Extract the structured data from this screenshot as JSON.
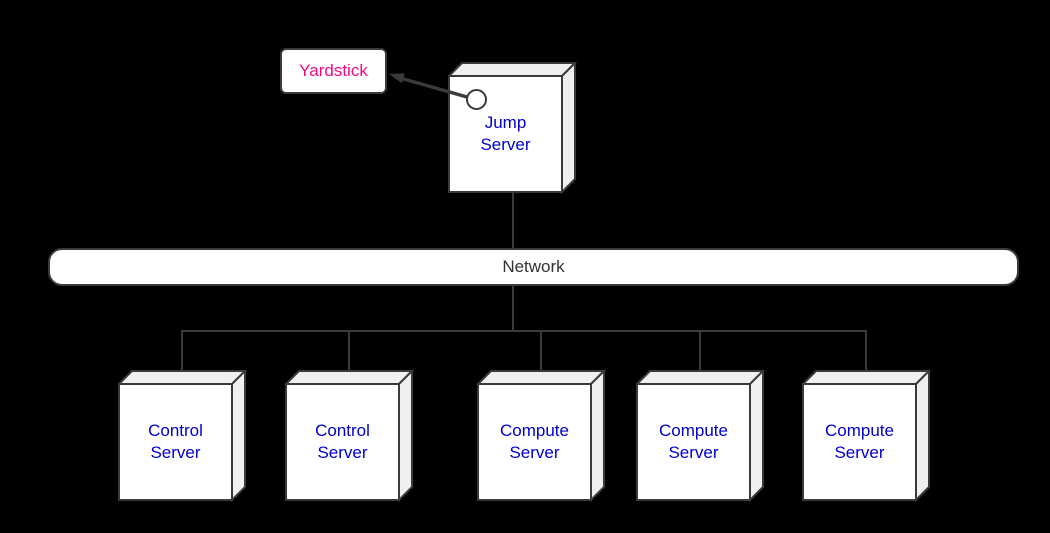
{
  "diagram": {
    "background_color": "#000000",
    "yardstick": {
      "label": "Yardstick"
    },
    "jump_server": {
      "line1": "Jump",
      "line2": "Server"
    },
    "network": {
      "label": "Network"
    },
    "servers": [
      {
        "line1": "Control",
        "line2": "Server"
      },
      {
        "line1": "Control",
        "line2": "Server"
      },
      {
        "line1": "Compute",
        "line2": "Server"
      },
      {
        "line1": "Compute",
        "line2": "Server"
      },
      {
        "line1": "Compute",
        "line2": "Server"
      }
    ],
    "colors": {
      "node_fill": "#ffffff",
      "node_side_fill": "#f0f0f0",
      "outline": "#3a3a3a",
      "server_text": "#0000cc",
      "network_text": "#333333",
      "yardstick_text": "#f20a84"
    }
  }
}
